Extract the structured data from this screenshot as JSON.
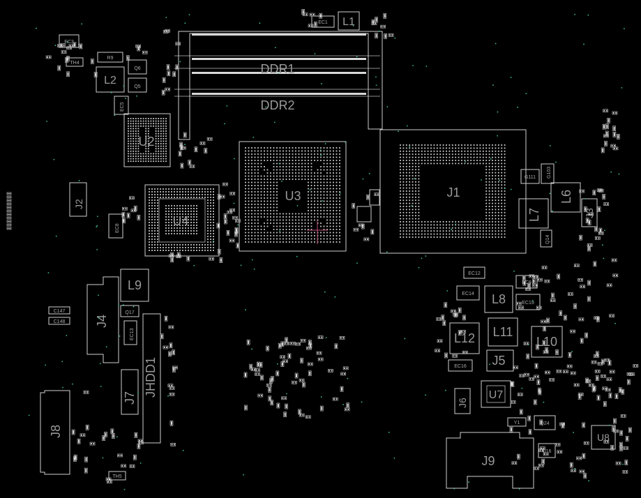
{
  "colors": {
    "background": "#000000",
    "outline": "#cfcfcf",
    "label": "#9a9a9a",
    "marker": "#c0507a",
    "via": "#3fbf8f"
  },
  "components": {
    "ddr1": "DDR1",
    "ddr2": "DDR2",
    "u2": "U2",
    "u3": "U3",
    "u4": "U4",
    "j1": "J1",
    "j2": "J2",
    "j3": "J3",
    "j4": "J4",
    "j5": "J5",
    "j6": "J6",
    "j7": "J7",
    "j8": "J8",
    "j9": "J9",
    "jhdd1": "JHDD1",
    "l1": "L1",
    "l2": "L2",
    "l6": "L6",
    "l7": "L7",
    "l8": "L8",
    "l9": "L9",
    "l10": "L10",
    "l11": "L11",
    "l12": "L12",
    "u7": "U7",
    "u8": "U8",
    "ec1": "EC1",
    "ec3": "EC3",
    "ec5": "EC5",
    "ec8": "EC8",
    "ec9": "EC9",
    "ec12": "EC12",
    "ec13": "EC13",
    "ec14": "EC14",
    "ec16": "EC16",
    "ec19": "EC19",
    "r9": "R9",
    "q5": "Q5",
    "q6": "Q6",
    "q17": "Q17",
    "q24": "Q24",
    "q14": "Q14",
    "th4": "TH4",
    "th5": "TH5",
    "y1": "Y1",
    "c147": "C147",
    "c148": "C148",
    "g111": "G111",
    "g103": "G103",
    "u16": "U16"
  }
}
